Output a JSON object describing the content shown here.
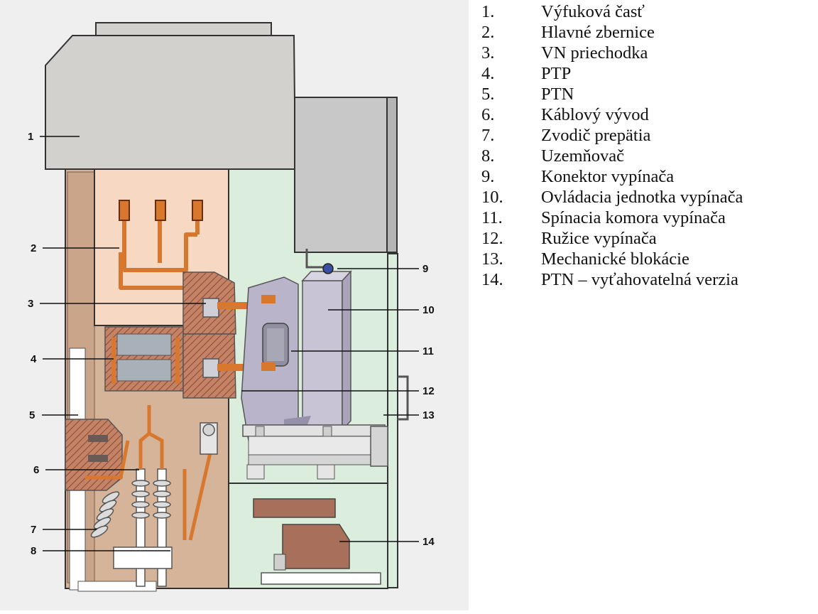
{
  "diagram": {
    "callouts": [
      "1",
      "2",
      "3",
      "4",
      "5",
      "6",
      "7",
      "8",
      "9",
      "10",
      "11",
      "12",
      "13",
      "14"
    ]
  },
  "legend": {
    "items": [
      {
        "num": "1.",
        "text": "Výfuková časť"
      },
      {
        "num": "2.",
        "text": "Hlavné zbernice"
      },
      {
        "num": "3.",
        "text": "VN priechodka"
      },
      {
        "num": "4.",
        "text": "PTP"
      },
      {
        "num": "5.",
        "text": "PTN"
      },
      {
        "num": "6.",
        "text": "Káblový vývod"
      },
      {
        "num": "7.",
        "text": "Zvodič prepätia"
      },
      {
        "num": "8.",
        "text": "Uzemňovač"
      },
      {
        "num": "9.",
        "text": "Konektor vypínača"
      },
      {
        "num": "10.",
        "text": "Ovládacia jednotka vypínača"
      },
      {
        "num": "11.",
        "text": "Spínacia komora vypínača"
      },
      {
        "num": "12.",
        "text": "Ružice vypínača"
      },
      {
        "num": "13.",
        "text": "Mechanické blokácie"
      },
      {
        "num": "14.",
        "text": "PTN – vyťahovatelná verzia"
      }
    ]
  },
  "colors": {
    "background": "#efefef",
    "exhaust": "#d2d1cd",
    "busbar_chamber": "#f7d8c2",
    "cable_chamber": "#d6b49a",
    "breaker_chamber": "#dbeedd",
    "copper": "#d8782f",
    "breaker": "#b9b4c9",
    "lv_box": "#c8c8c8",
    "vt_box": "#a8705a"
  }
}
